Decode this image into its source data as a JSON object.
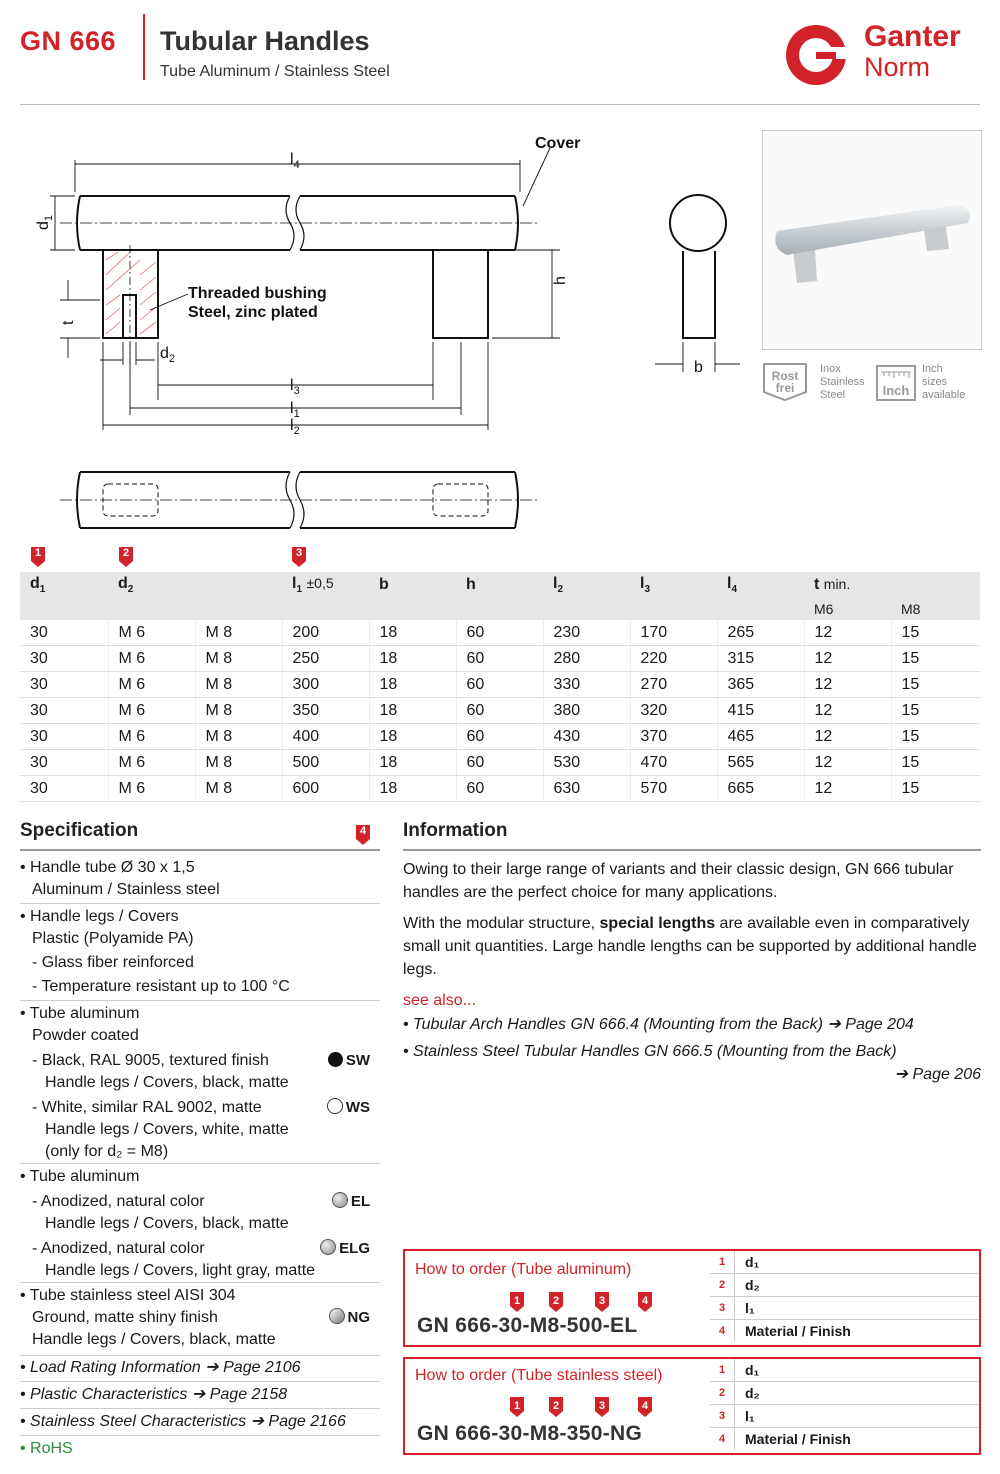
{
  "header": {
    "code": "GN 666",
    "title": "Tubular Handles",
    "subtitle": "Tube Aluminum / Stainless Steel",
    "brand_line1": "Ganter",
    "brand_line2": "Norm",
    "brand_color": "#d2232a"
  },
  "drawing": {
    "label_cover": "Cover",
    "label_bushing_1": "Threaded bushing",
    "label_bushing_2": "Steel, zinc plated",
    "dim_l4": "l4",
    "dim_d1": "d1",
    "dim_h": "h",
    "dim_t": "t",
    "dim_d2": "d2",
    "dim_l3": "l3",
    "dim_l1": "l1",
    "dim_l2": "l2",
    "dim_b": "b"
  },
  "badges": {
    "rost_frei": "Rost frei",
    "inox_1": "Inox",
    "inox_2": "Stainless",
    "inox_3": "Steel",
    "inch": "Inch",
    "inch_1": "Inch",
    "inch_2": "sizes",
    "inch_3": "available"
  },
  "markers": [
    "1",
    "2",
    "3",
    "4"
  ],
  "table": {
    "headers": {
      "d1": "d",
      "d2": "d",
      "l1": "l",
      "l1_tol": "±0,5",
      "b": "b",
      "h": "h",
      "l2": "l",
      "l3": "l",
      "l4": "l",
      "t": "t",
      "t_min": "min.",
      "t_m6": "M6",
      "t_m8": "M8"
    },
    "rows": [
      [
        "30",
        "M 6",
        "M 8",
        "200",
        "18",
        "60",
        "230",
        "170",
        "265",
        "12",
        "15"
      ],
      [
        "30",
        "M 6",
        "M 8",
        "250",
        "18",
        "60",
        "280",
        "220",
        "315",
        "12",
        "15"
      ],
      [
        "30",
        "M 6",
        "M 8",
        "300",
        "18",
        "60",
        "330",
        "270",
        "365",
        "12",
        "15"
      ],
      [
        "30",
        "M 6",
        "M 8",
        "350",
        "18",
        "60",
        "380",
        "320",
        "415",
        "12",
        "15"
      ],
      [
        "30",
        "M 6",
        "M 8",
        "400",
        "18",
        "60",
        "430",
        "370",
        "465",
        "12",
        "15"
      ],
      [
        "30",
        "M 6",
        "M 8",
        "500",
        "18",
        "60",
        "530",
        "470",
        "565",
        "12",
        "15"
      ],
      [
        "30",
        "M 6",
        "M 8",
        "600",
        "18",
        "60",
        "630",
        "570",
        "665",
        "12",
        "15"
      ]
    ]
  },
  "spec": {
    "title": "Specification",
    "i1a": "• Handle tube Ø 30 x 1,5",
    "i1b": "Aluminum / Stainless steel",
    "i2a": "• Handle legs / Covers",
    "i2b": "Plastic (Polyamide PA)",
    "i2c": "- Glass fiber reinforced",
    "i2d": "- Temperature resistant up to 100 °C",
    "i3a": "• Tube aluminum",
    "i3b": "Powder coated",
    "i3c": "- Black, RAL 9005, textured finish",
    "i3c_code": "SW",
    "i3d": "Handle legs / Covers, black, matte",
    "i3e": "- White, similar RAL 9002, matte",
    "i3e_code": "WS",
    "i3f": "Handle legs / Covers, white, matte",
    "i3g": "(only for d₂ = M8)",
    "i4a": "• Tube aluminum",
    "i4b": "- Anodized, natural color",
    "i4b_code": "EL",
    "i4c": "Handle legs / Covers, black, matte",
    "i4d": "- Anodized, natural color",
    "i4d_code": "ELG",
    "i4e": "Handle legs / Covers, light gray, matte",
    "i5a": "• Tube stainless steel AISI 304",
    "i5b": "Ground, matte shiny finish",
    "i5b_code": "NG",
    "i5c": "Handle legs / Covers, black, matte",
    "l1": "• Load Rating Information ➔ Page 2106",
    "l2": "• Plastic Characteristics ➔ Page 2158",
    "l3": "• Stainless Steel Characteristics ➔ Page 2166",
    "rohs": "• RoHS"
  },
  "info": {
    "title": "Information",
    "p1": "Owing to their large range of variants and their classic design, GN 666 tubular handles are the perfect choice for many applications.",
    "p2_pre": "With the modular structure, ",
    "p2_bold": "special lengths",
    "p2_post": " are available even in comparatively small unit quantities. Large handle lengths can be supported by additional handle legs.",
    "see_also": "see also...",
    "link1": "• Tubular Arch Handles GN 666.4 (Mounting from the Back) ➔ Page 204",
    "link2": "• Stainless Steel Tubular Handles GN 666.5 (Mounting from the Back)",
    "link2b": "➔ Page 206"
  },
  "order1": {
    "title": "How to order (Tube aluminum)",
    "code_prefix": "GN",
    "code": "666-30-M8-500-EL",
    "rows": [
      {
        "num": "1",
        "label": "d₁"
      },
      {
        "num": "2",
        "label": "d₂"
      },
      {
        "num": "3",
        "label": "l₁"
      },
      {
        "num": "4",
        "label": "Material / Finish"
      }
    ]
  },
  "order2": {
    "title": "How to order (Tube stainless steel)",
    "code_prefix": "GN",
    "code": "666-30-M8-350-NG",
    "rows": [
      {
        "num": "1",
        "label": "d₁"
      },
      {
        "num": "2",
        "label": "d₂"
      },
      {
        "num": "3",
        "label": "l₁"
      },
      {
        "num": "4",
        "label": "Material / Finish"
      }
    ]
  },
  "colors": {
    "red": "#d2232a",
    "see_also": "#d2232a",
    "rohs": "#2e8b3d"
  }
}
